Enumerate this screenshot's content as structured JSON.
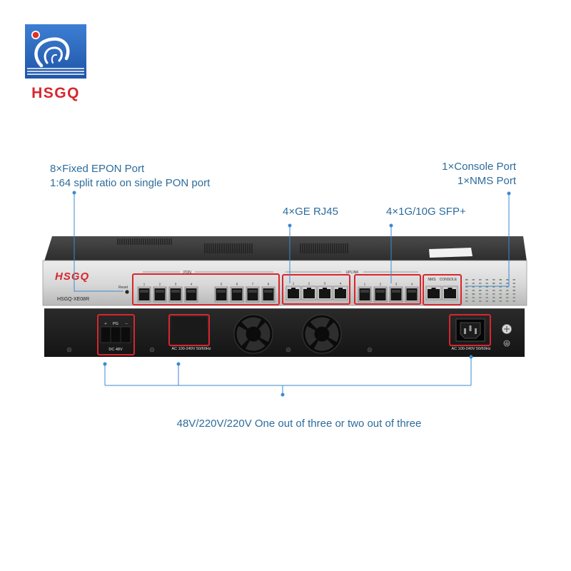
{
  "logo": {
    "text": "HSGQ"
  },
  "callouts": {
    "pon_line1": "8×Fixed EPON Port",
    "pon_line2": "1:64 split ratio on single PON port",
    "console_line1": "1×Console Port",
    "console_line2": "1×NMS Port",
    "rj45": "4×GE RJ45",
    "sfp": "4×1G/10G SFP+",
    "power": "48V/220V/220V One out of three or two out of three"
  },
  "front_panel": {
    "brand": "HSGQ",
    "model": "HSGQ-XE08R",
    "reset_label": "Reset",
    "pon_label": "PON",
    "uplink_label": "UPLINK",
    "pon_ports": [
      "1",
      "2",
      "3",
      "4",
      "5",
      "6",
      "7",
      "8"
    ],
    "rj45_ports": [
      "1",
      "2",
      "3",
      "4"
    ],
    "sfp_ports": [
      "1",
      "2",
      "3",
      "4"
    ],
    "nms_label": "NMS",
    "console_label": "CONSOLE"
  },
  "rear_panel": {
    "dc_plus": "+",
    "dc_pg": "PG",
    "dc_minus": "–",
    "dc_label": "DC 48V",
    "ac_module_label": "AC 100-240V 50/60Hz",
    "ac_socket_label": "AC 100-240V 50/60Hz"
  },
  "colors": {
    "callout_text": "#2d6c9c",
    "callout_line": "#3b8ad0",
    "highlight_box": "#d8262e",
    "brand_red": "#d8262e",
    "logo_blue": "#2a62b2"
  }
}
